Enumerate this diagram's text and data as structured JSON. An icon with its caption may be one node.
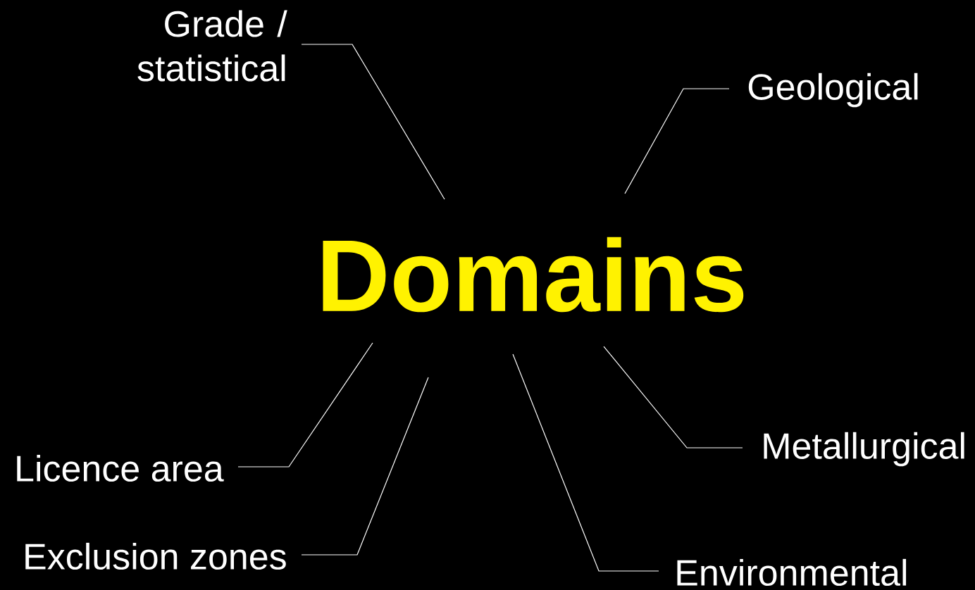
{
  "diagram": {
    "nodes": [
      {
        "text": [
          "Domains"
        ]
      },
      {
        "text": [
          "Grade / statistical"
        ]
      },
      {
        "text": [
          "Geological"
        ]
      },
      {
        "text": [
          "Licence area"
        ]
      },
      {
        "text": [
          "Exclusion zones"
        ]
      },
      {
        "text": [
          "Metallurgical"
        ]
      },
      {
        "text": [
          "Environmental"
        ]
      }
    ],
    "edges": [
      {
        "from": 1,
        "to": 0,
        "arrow": "none"
      },
      {
        "from": 2,
        "to": 0,
        "arrow": "none"
      },
      {
        "from": 3,
        "to": 0,
        "arrow": "none"
      },
      {
        "from": 4,
        "to": 0,
        "arrow": "none"
      },
      {
        "from": 5,
        "to": 0,
        "arrow": "none"
      },
      {
        "from": 6,
        "to": 0,
        "arrow": "none"
      }
    ]
  }
}
